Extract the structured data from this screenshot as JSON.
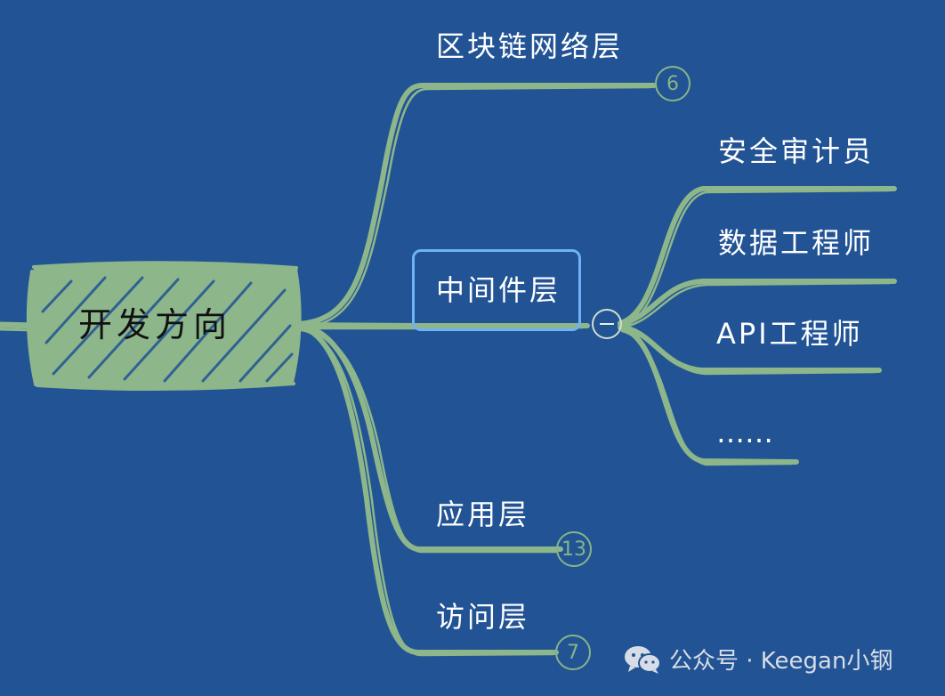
{
  "root": {
    "label": "开发方向"
  },
  "branches": [
    {
      "id": "blockchain-network",
      "label": "区块链网络层",
      "badge": "6"
    },
    {
      "id": "middleware",
      "label": "中间件层",
      "selected": true,
      "expanded": true,
      "children": [
        {
          "label": "安全审计员"
        },
        {
          "label": "数据工程师"
        },
        {
          "label": "API工程师"
        },
        {
          "label": "……"
        }
      ]
    },
    {
      "id": "application",
      "label": "应用层",
      "badge": "13"
    },
    {
      "id": "access",
      "label": "访问层",
      "badge": "7"
    }
  ],
  "watermark": {
    "text": "公众号 · Keegan小钢",
    "icon": "wechat-icon"
  },
  "colors": {
    "background": "#225394",
    "branch": "#8db68b",
    "root_fill": "#8db68b",
    "selection": "#6db3f5",
    "badge": "#87b487",
    "text": "#ffffff"
  }
}
